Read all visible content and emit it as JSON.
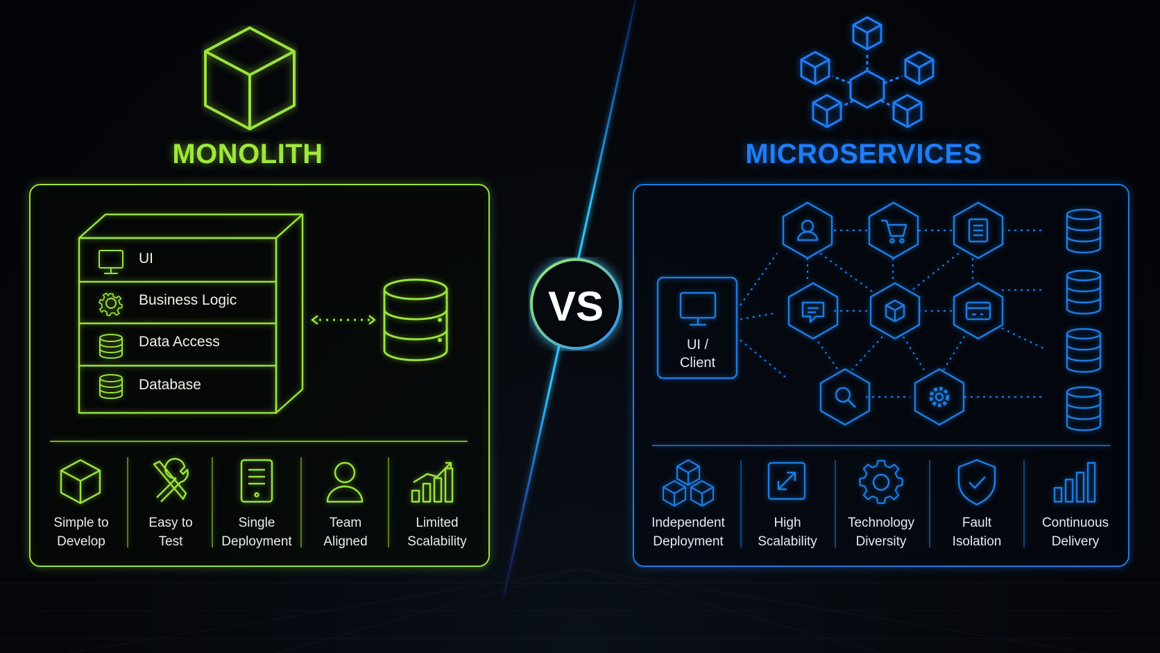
{
  "monolith": {
    "title": "MONOLITH",
    "layers": [
      "UI",
      "Business Logic",
      "Data Access",
      "Database"
    ],
    "features": [
      {
        "line1": "Simple to",
        "line2": "Develop",
        "icon": "cube-icon"
      },
      {
        "line1": "Easy to",
        "line2": "Test",
        "icon": "tools-icon"
      },
      {
        "line1": "Single",
        "line2": "Deployment",
        "icon": "document-icon"
      },
      {
        "line1": "Team",
        "line2": "Aligned",
        "icon": "person-icon"
      },
      {
        "line1": "Limited",
        "line2": "Scalability",
        "icon": "bar-chart-icon"
      }
    ],
    "color": "#9be33c"
  },
  "vs": {
    "label": "VS"
  },
  "microservices": {
    "title": "MICROSERVICES",
    "client": {
      "line1": "UI /",
      "line2": "Client"
    },
    "services": [
      "user-icon",
      "cart-icon",
      "document-icon",
      "chat-icon",
      "cube-icon",
      "card-icon",
      "search-icon",
      "gear-icon"
    ],
    "features": [
      {
        "line1": "Independent",
        "line2": "Deployment",
        "icon": "cubes-icon"
      },
      {
        "line1": "High",
        "line2": "Scalability",
        "icon": "expand-icon"
      },
      {
        "line1": "Technology",
        "line2": "Diversity",
        "icon": "gear-icon"
      },
      {
        "line1": "Fault",
        "line2": "Isolation",
        "icon": "shield-check-icon"
      },
      {
        "line1": "Continuous",
        "line2": "Delivery",
        "icon": "bar-chart-icon"
      }
    ],
    "color": "#1d7ce0"
  }
}
